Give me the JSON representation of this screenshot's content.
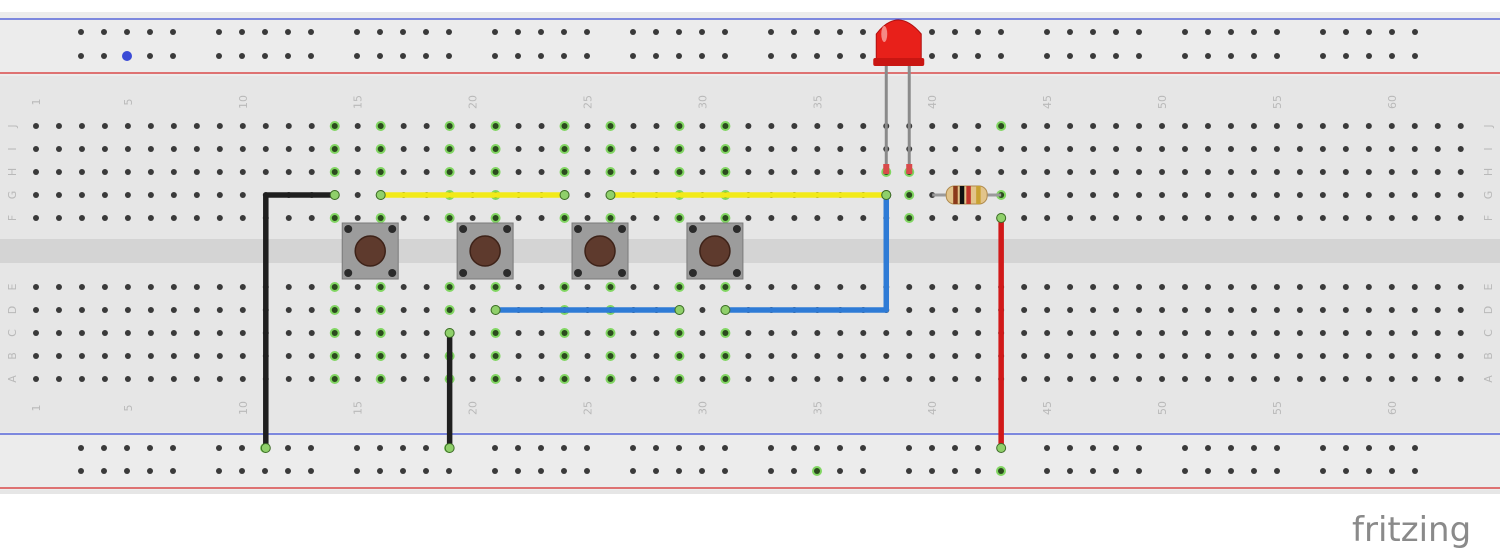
{
  "board": {
    "column_numbers": [
      "1",
      "5",
      "10",
      "15",
      "20",
      "25",
      "30",
      "35",
      "40",
      "45",
      "50",
      "55",
      "60"
    ],
    "row_letters_top": [
      "J",
      "I",
      "H",
      "G",
      "F"
    ],
    "row_letters_bottom": [
      "E",
      "D",
      "C",
      "B",
      "A"
    ]
  },
  "components": {
    "buttons": [
      {
        "col": 15
      },
      {
        "col": 20
      },
      {
        "col": 25
      },
      {
        "col": 30
      }
    ],
    "led": {
      "color": "#e8201a",
      "anode_col": 38,
      "cathode_col": 39
    },
    "resistor": {
      "from_col": 40,
      "to_col": 43,
      "row": "G"
    }
  },
  "wires": [
    {
      "name": "wire-black-left",
      "color": "#1f1f1f",
      "points": [
        [
          "rail_top",
          11
        ],
        [
          "G",
          11
        ],
        [
          "G",
          14
        ]
      ]
    },
    {
      "name": "wire-black-mid",
      "color": "#1f1f1f",
      "points": [
        [
          "rail_top",
          19
        ],
        [
          "C",
          19
        ]
      ]
    },
    {
      "name": "wire-yellow-left",
      "color": "#f2ea1a",
      "points": [
        [
          "G",
          16
        ],
        [
          "G",
          24
        ]
      ]
    },
    {
      "name": "wire-yellow-right",
      "color": "#f2ea1a",
      "points": [
        [
          "G",
          26
        ],
        [
          "G",
          38
        ]
      ]
    },
    {
      "name": "wire-blue-left",
      "color": "#2e7bd6",
      "points": [
        [
          "D",
          21
        ],
        [
          "D",
          29
        ]
      ]
    },
    {
      "name": "wire-blue-right",
      "color": "#2e7bd6",
      "points": [
        [
          "D",
          31
        ],
        [
          "D",
          38
        ],
        [
          "G",
          38
        ]
      ]
    },
    {
      "name": "wire-red",
      "color": "#d11919",
      "points": [
        [
          "F",
          43
        ],
        [
          "rail_top",
          43
        ]
      ]
    }
  ],
  "highlighted_columns": [
    14,
    16,
    19,
    21,
    24,
    26,
    29,
    31
  ],
  "highlighted_singles": [
    [
      "J",
      43
    ],
    [
      "H",
      38
    ],
    [
      "H",
      39
    ],
    [
      "G",
      39
    ],
    [
      "F",
      39
    ],
    [
      "G",
      43
    ],
    [
      "F",
      43
    ]
  ],
  "rail_highlights": [
    [
      "rail_bottom_upper",
      11
    ],
    [
      "rail_bottom_upper",
      19
    ],
    [
      "rail_bottom_lower",
      43
    ],
    [
      "rail_bottom_lower",
      35
    ]
  ],
  "brand": {
    "text": "fritzing"
  }
}
